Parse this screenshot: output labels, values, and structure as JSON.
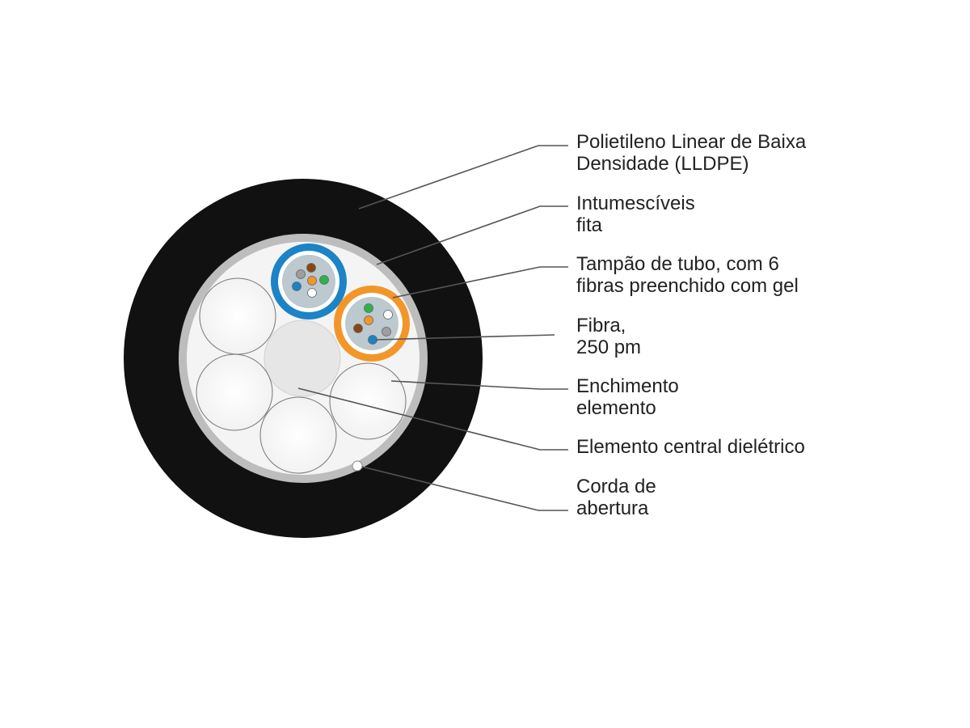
{
  "labels": {
    "sheath": [
      "Polietileno Linear de Baixa",
      "Densidade (LLDPE)"
    ],
    "tape": [
      "Intumescíveis",
      "fita"
    ],
    "tube": [
      "Tampão de tubo, com 6",
      "fibras preenchido com gel"
    ],
    "fiber": [
      "Fibra,",
      "250 pm"
    ],
    "filler": [
      "Enchimento",
      "elemento"
    ],
    "central": [
      "Elemento central dielétrico"
    ],
    "ripcord": [
      "Corda de",
      "abertura"
    ]
  },
  "colors": {
    "sheath": "#111111",
    "tape": "#bdbdbd",
    "core_background": "#f4f4f4",
    "filler": "#ffffff",
    "central_member": "#e6e6e6",
    "tube_blue": "#1b83c6",
    "tube_orange": "#f2962a",
    "gel": "#bcc9cf",
    "leader_line": "#555555"
  },
  "tube_fibers": {
    "blue_tube": [
      "#8b4513",
      "#9e9e9e",
      "#f2962a",
      "#2db34a",
      "#1b83c6",
      "#ffffff"
    ],
    "orange_tube": [
      "#2db34a",
      "#ffffff",
      "#8b4513",
      "#f2962a",
      "#9e9e9e",
      "#1b83c6"
    ]
  }
}
